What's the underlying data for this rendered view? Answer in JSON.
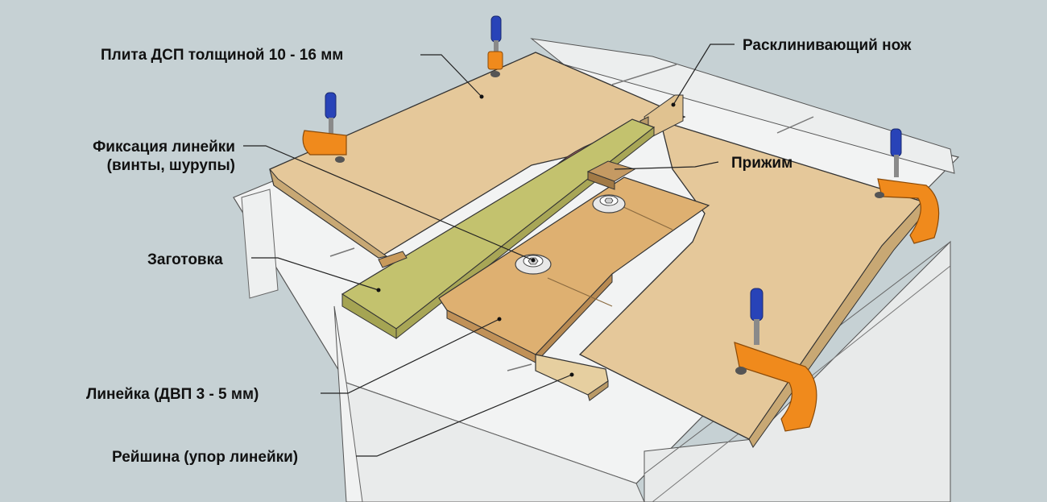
{
  "labels": {
    "chipboard": "Плита ДСП  толщиной 10 - 16 мм",
    "riving_knife": "Расклинивающий нож",
    "ruler_fix_line1": "Фиксация линейки",
    "ruler_fix_line2": "(винты, шурупы)",
    "clamp": "Прижим",
    "workpiece": "Заготовка",
    "ruler": "Линейка  (ДВП 3  - 5 мм)",
    "rail": "Рейшина (упор линейки)"
  },
  "colors": {
    "background": "#c6d1d4",
    "plate": "#e5c89a",
    "ruler": "#c3c26e",
    "workpiece": "#deb071",
    "blade": "#d9696a",
    "clamp_frame": "#f08a1c",
    "clamp_handle": "#2843b8",
    "table": "#eef0f0"
  }
}
